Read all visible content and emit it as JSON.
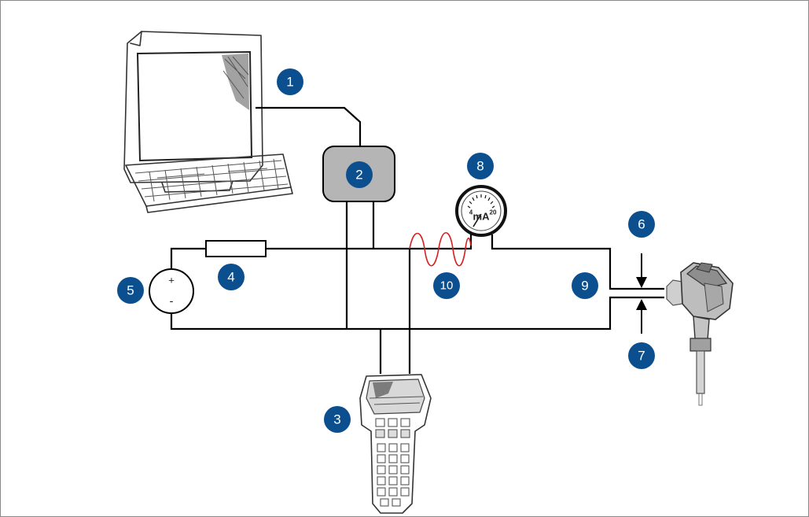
{
  "callouts": [
    {
      "id": "1",
      "label": "1"
    },
    {
      "id": "2",
      "label": "2"
    },
    {
      "id": "3",
      "label": "3"
    },
    {
      "id": "4",
      "label": "4"
    },
    {
      "id": "5",
      "label": "5"
    },
    {
      "id": "6",
      "label": "6"
    },
    {
      "id": "7",
      "label": "7"
    },
    {
      "id": "8",
      "label": "8"
    },
    {
      "id": "9",
      "label": "9"
    },
    {
      "id": "10",
      "label": "10"
    }
  ],
  "meter": {
    "low": "4",
    "unit": "mA",
    "high": "20"
  },
  "supply": {
    "plus": "+",
    "minus": "-"
  },
  "colors": {
    "badge": "#0b4f8f",
    "modem": "#b5b5b5",
    "signal": "#d62020",
    "wire": "#000000"
  }
}
